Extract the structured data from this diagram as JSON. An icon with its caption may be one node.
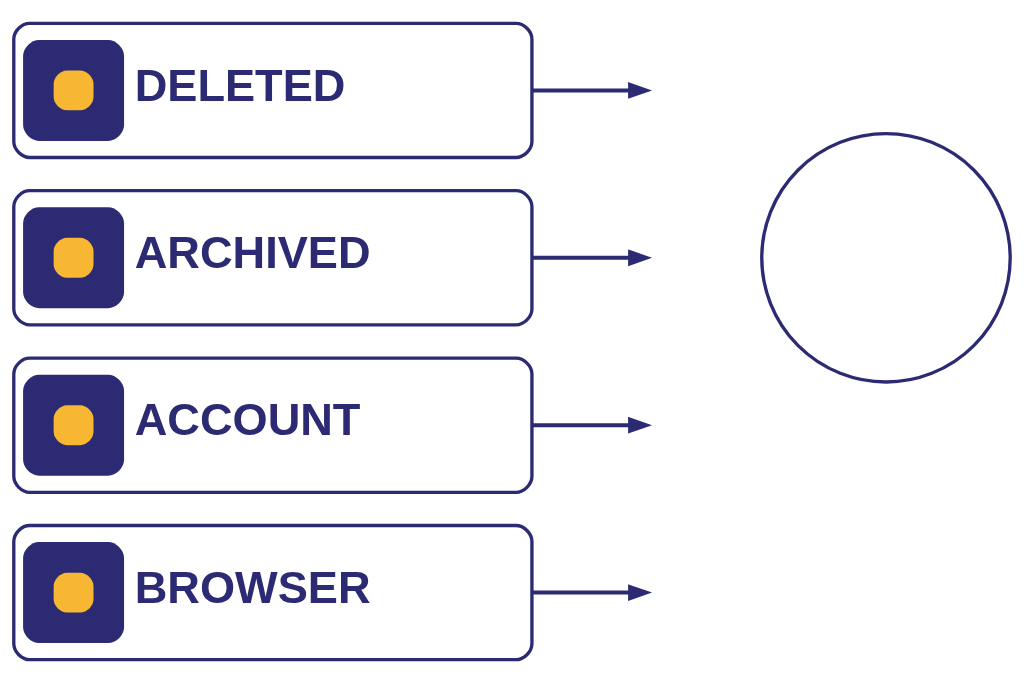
{
  "diagram": {
    "nodes": [
      {
        "text": [
          "DELETED"
        ]
      },
      {
        "text": [
          "ARCHIVED"
        ]
      },
      {
        "text": [
          "ACCOUNT"
        ]
      },
      {
        "text": [
          "BROWSER"
        ]
      },
      {
        "text": [],
        "shape": "circle"
      }
    ],
    "edges": [
      {
        "from": 0,
        "to": null,
        "arrow": "to"
      },
      {
        "from": 1,
        "to": null,
        "arrow": "to"
      },
      {
        "from": 2,
        "to": null,
        "arrow": "to"
      },
      {
        "from": 3,
        "to": null,
        "arrow": "to"
      }
    ]
  }
}
